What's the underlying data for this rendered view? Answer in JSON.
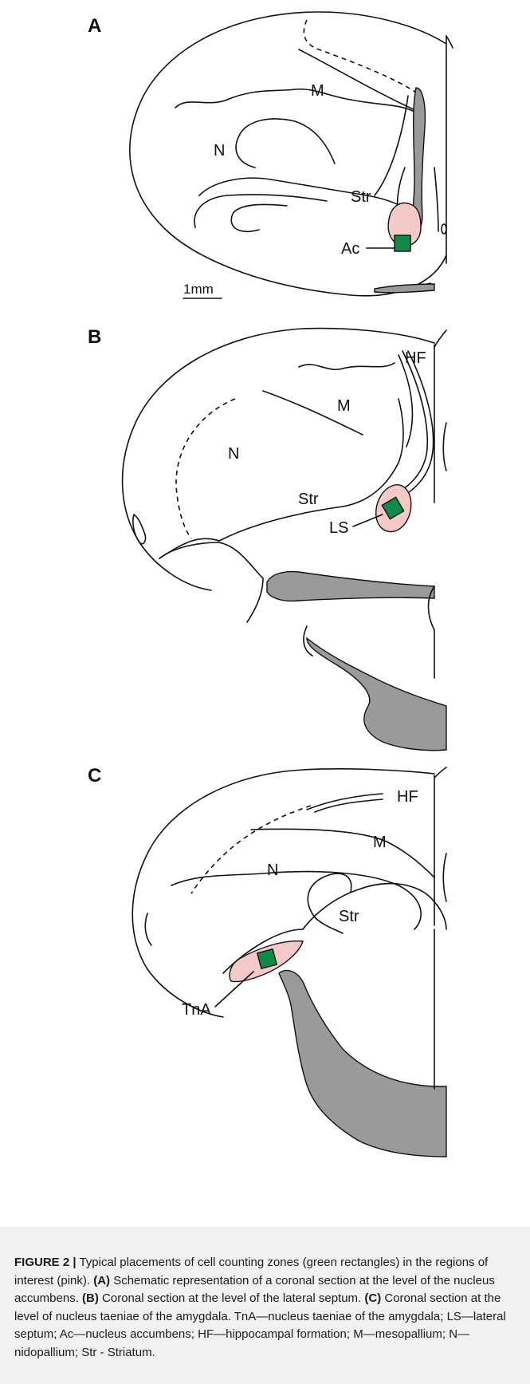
{
  "panels": {
    "a": {
      "letter": "A",
      "labels": {
        "m": "M",
        "n": "N",
        "str": "Str",
        "ac": "Ac"
      },
      "scale_bar": "1mm"
    },
    "b": {
      "letter": "B",
      "labels": {
        "hf": "HF",
        "m": "M",
        "n": "N",
        "str": "Str",
        "ls": "LS"
      }
    },
    "c": {
      "letter": "C",
      "labels": {
        "hf": "HF",
        "m": "M",
        "n": "N",
        "str": "Str",
        "tna": "TnA"
      }
    }
  },
  "colors": {
    "region_of_interest": "#f6c9c9",
    "counting_zone": "#0f8a4a",
    "ventricle_fill": "#9a9a9a",
    "caption_background": "#f1f1f1"
  },
  "caption": {
    "figure_label": "FIGURE 2 |",
    "intro": " Typical placements of cell counting zones (green rectangles) in the regions of interest (pink). ",
    "a_tag": "(A)",
    "a_text": " Schematic representation of a coronal section at the level of the nucleus accumbens. ",
    "b_tag": "(B)",
    "b_text": " Coronal section at the level of the lateral septum. ",
    "c_tag": "(C)",
    "c_text": " Coronal section at the level of nucleus taeniae of the amygdala. TnA—nucleus taeniae of the amygdala; LS—lateral septum; Ac—nucleus accumbens; HF—hippocampal formation; M—mesopallium; N—nidopallium; Str - Striatum."
  }
}
